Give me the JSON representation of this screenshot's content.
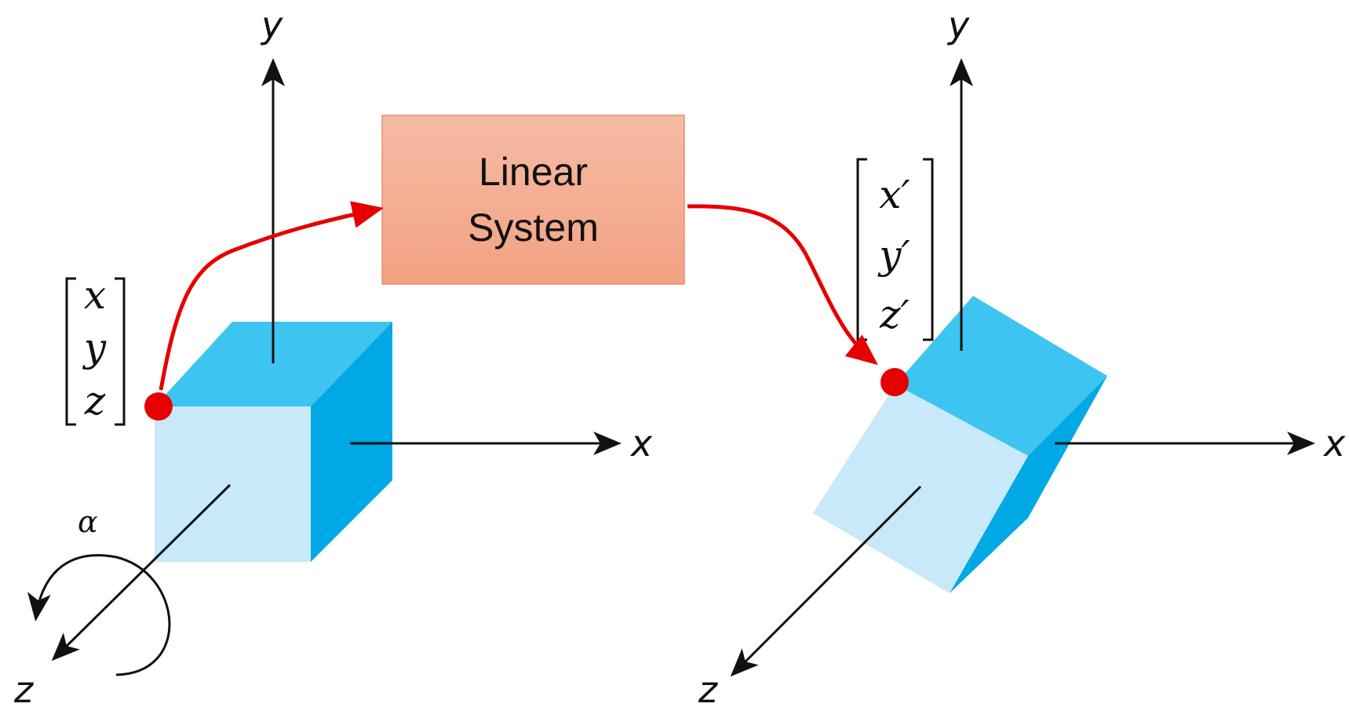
{
  "system_box": {
    "line1": "Linear",
    "line2": "System",
    "fill_top": "#f5bba4",
    "fill_bottom": "#f2a283",
    "border": "#e8906c"
  },
  "left_axes": {
    "x": "x",
    "y": "y",
    "z": "z"
  },
  "right_axes": {
    "x": "x",
    "y": "y",
    "z": "z"
  },
  "input_vector": [
    "x",
    "y",
    "z"
  ],
  "output_vector": [
    "x′",
    "y′",
    "z′"
  ],
  "rotation_label": "α",
  "colors": {
    "cube_front": "#c7e9fa",
    "cube_top": "#3ec4f0",
    "cube_side": "#00a9e6",
    "point": "#e60000",
    "flow_arrow": "#e60000",
    "axis": "#111111"
  }
}
